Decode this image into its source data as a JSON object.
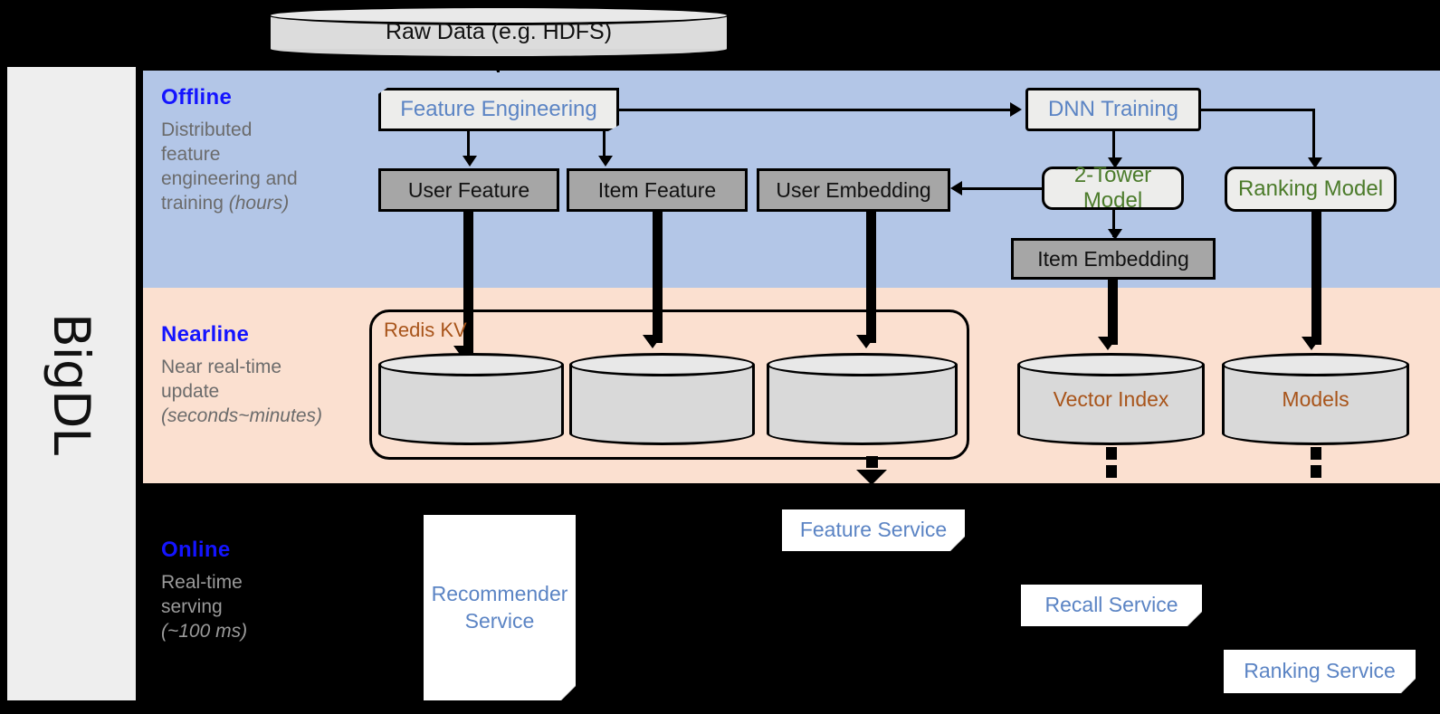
{
  "framework": {
    "name": "BigDL"
  },
  "source": {
    "label": "Raw Data (e.g. HDFS)",
    "icon": "database-cylinder-icon"
  },
  "bands": {
    "offline": {
      "title": "Offline",
      "description_line1": "Distributed",
      "description_line2": "feature",
      "description_line3": "engineering and",
      "description_line4": "training ",
      "description_latency": "(hours)",
      "background": "#b3c6e7",
      "title_color": "#1414ff"
    },
    "nearline": {
      "title": "Nearline",
      "description_line1": "Near real-time",
      "description_line2": "update",
      "description_latency": "(seconds~minutes)",
      "background": "#fbe0d0",
      "title_color": "#1414ff"
    },
    "online": {
      "title": "Online",
      "description_line1": "Real-time",
      "description_line2": "serving",
      "description_latency": "(~100 ms)",
      "background": "#000000",
      "title_color": "#1414ff"
    }
  },
  "offline_nodes": {
    "feature_engineering": {
      "label": "Feature Engineering",
      "text_color": "#5b84c4"
    },
    "dnn_training": {
      "label": "DNN Training",
      "text_color": "#5b84c4"
    },
    "user_feature": {
      "label": "User Feature",
      "text_color": "#111111"
    },
    "item_feature": {
      "label": "Item Feature",
      "text_color": "#111111"
    },
    "user_embedding": {
      "label": "User Embedding",
      "text_color": "#111111"
    },
    "two_tower_model": {
      "label": "2-Tower Model",
      "text_color": "#4b7b2a"
    },
    "ranking_model": {
      "label": "Ranking Model",
      "text_color": "#4b7b2a"
    },
    "item_embedding": {
      "label": "Item Embedding",
      "text_color": "#111111"
    }
  },
  "nearline_nodes": {
    "redis_group": {
      "label": "Redis KV",
      "text_color": "#a8541a"
    },
    "store_user_feature": {
      "label": ""
    },
    "store_item_feature": {
      "label": ""
    },
    "store_user_embedding": {
      "label": ""
    },
    "vector_index": {
      "label": "Vector Index",
      "text_color": "#a8541a"
    },
    "models": {
      "label": "Models",
      "text_color": "#a8541a"
    }
  },
  "online_nodes": {
    "recommender_service": {
      "label": "Recommender\nService",
      "line1": "Recommender",
      "line2": "Service",
      "text_color": "#5b84c4"
    },
    "feature_service": {
      "label": "Feature Service",
      "text_color": "#5b84c4"
    },
    "recall_service": {
      "label": "Recall Service",
      "text_color": "#5b84c4"
    },
    "ranking_service": {
      "label": "Ranking Service",
      "text_color": "#5b84c4"
    }
  }
}
